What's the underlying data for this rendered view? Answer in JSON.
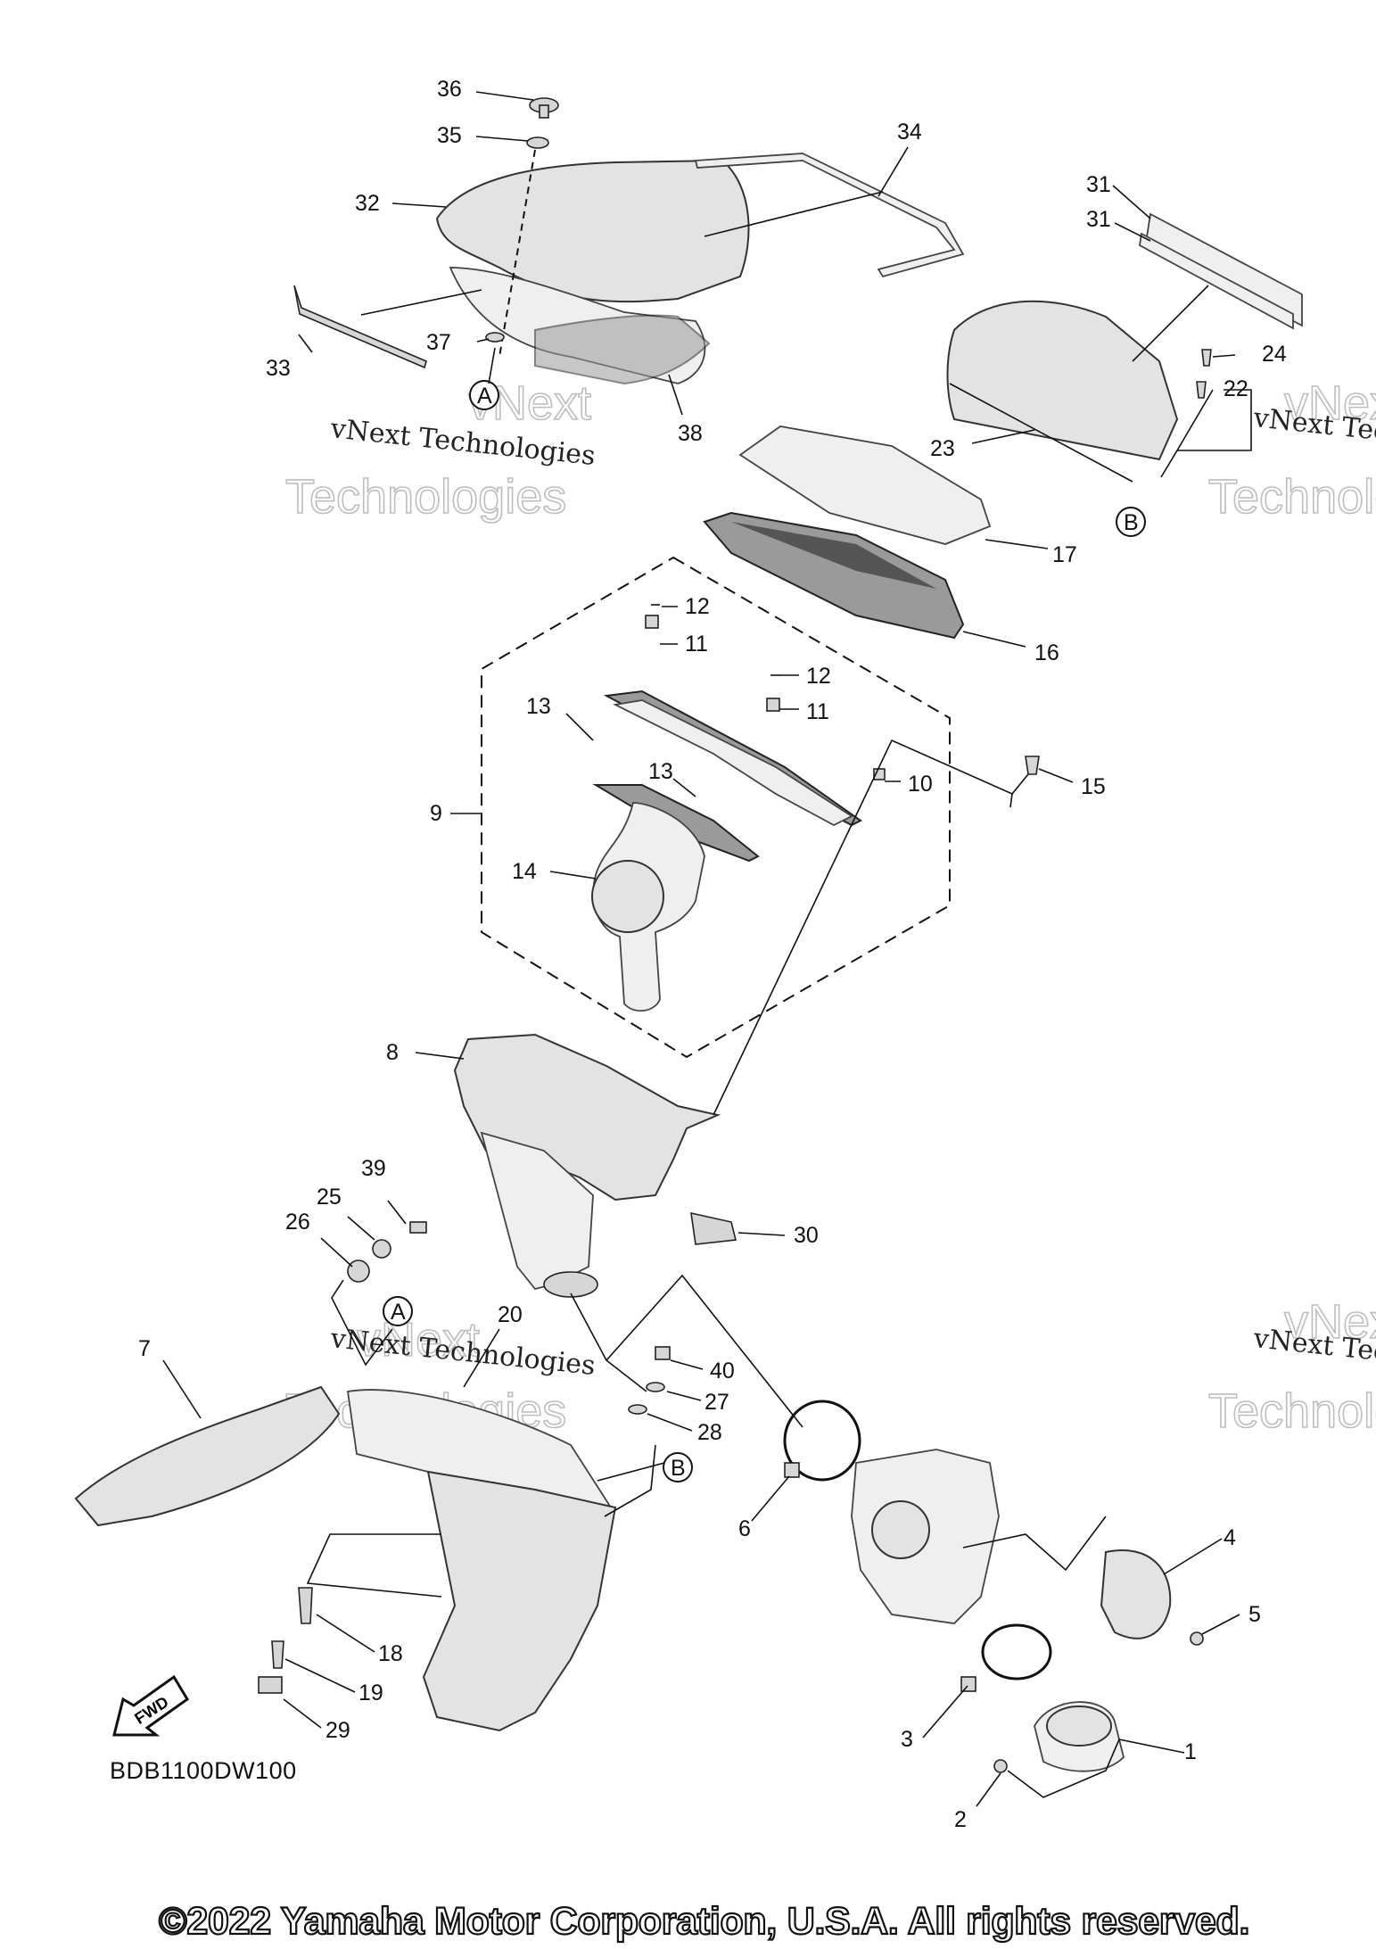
{
  "diagram_code": "BDB1100DW100",
  "copyright": "©2022 Yamaha Motor Corporation, U.S.A. All rights reserved.",
  "watermark": {
    "line1": "vNext Technologies",
    "line2": "vNext",
    "line3": "Technologies"
  },
  "fwd_label": "FWD",
  "callouts": {
    "c1": "1",
    "c2": "2",
    "c3": "3",
    "c4": "4",
    "c5": "5",
    "c6": "6",
    "c7": "7",
    "c8": "8",
    "c9": "9",
    "c10": "10",
    "c11a": "11",
    "c11b": "11",
    "c12a": "12",
    "c12b": "12",
    "c13a": "13",
    "c13b": "13",
    "c14": "14",
    "c15": "15",
    "c16": "16",
    "c17": "17",
    "c18": "18",
    "c19": "19",
    "c20": "20",
    "c22": "22",
    "c23": "23",
    "c24": "24",
    "c25": "25",
    "c26": "26",
    "c27": "27",
    "c28": "28",
    "c29": "29",
    "c30": "30",
    "c31a": "31",
    "c31b": "31",
    "c32": "32",
    "c33": "33",
    "c34": "34",
    "c35": "35",
    "c36": "36",
    "c37": "37",
    "c38": "38",
    "c39": "39",
    "c40": "40"
  },
  "reference_marks": {
    "a_top": "A",
    "a_bottom": "A",
    "b_right": "B",
    "b_bottom": "B"
  }
}
